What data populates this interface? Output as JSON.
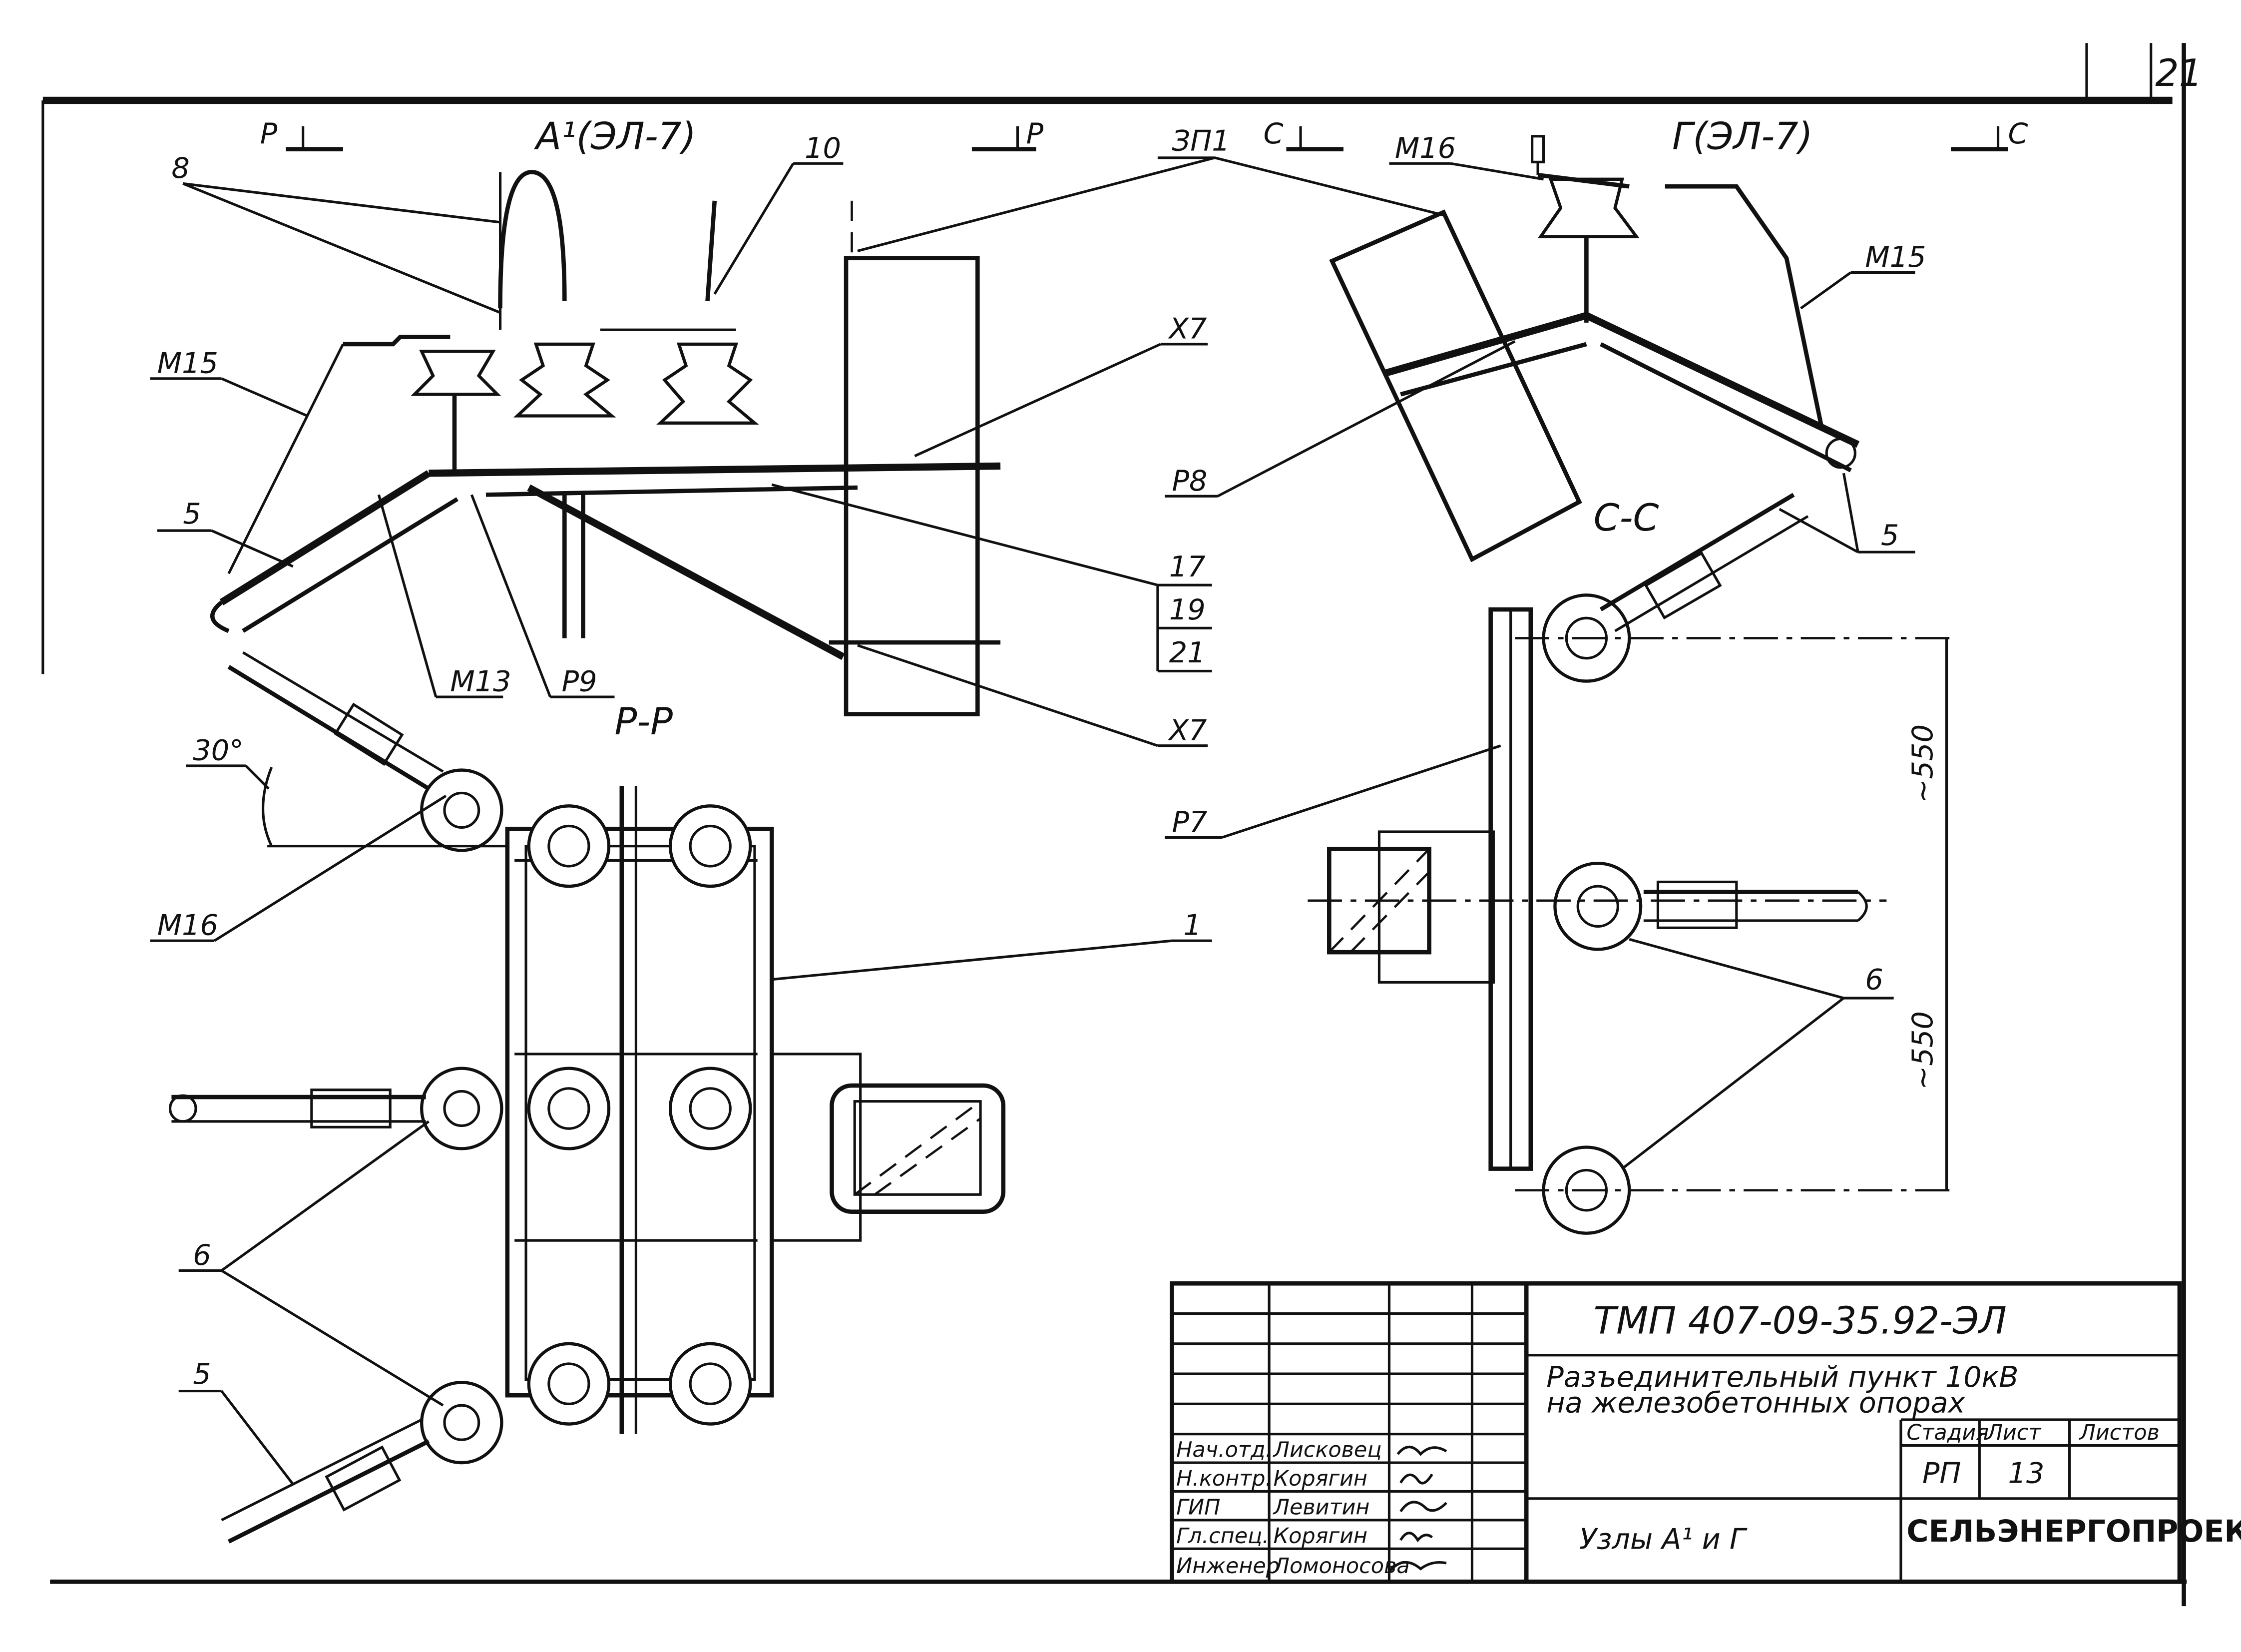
{
  "sheet": {
    "number": "21"
  },
  "views": {
    "upper_left_title": "А¹(ЭЛ-7)",
    "upper_right_title": "Г(ЭЛ-7)",
    "section_pp": "Р-Р",
    "section_cc": "С-С",
    "cut_p_left": "Р",
    "cut_p_right": "Р",
    "cut_c_left": "С",
    "cut_c_right": "С"
  },
  "callouts": {
    "c8": "8",
    "c10": "10",
    "c3p1": "ЗП1",
    "m15_left": "М15",
    "c5_left": "5",
    "m13": "М13",
    "p9": "Р9",
    "c17": "17",
    "c19": "19",
    "c21": "21",
    "x7_upper": "Х7",
    "x7_lower": "Х7",
    "p8": "Р8",
    "m16_top": "М16",
    "m15_right": "М15",
    "c5_right": "5",
    "angle": "30°",
    "m16_left": "М16",
    "c1": "1",
    "p7": "Р7",
    "c6_left": "6",
    "c6_right": "6",
    "c5_bottom": "5"
  },
  "dimensions": {
    "upper": "~550",
    "lower": "~550"
  },
  "title_block": {
    "doc_code": "ТМП 407-09-35.92-ЭЛ",
    "title_line1": "Разъединительный пункт 10кВ",
    "title_line2": "на железобетонных опорах",
    "drawing_name": "Узлы А¹ и Г",
    "org": "СЕЛЬЭНЕРГОПРОЕКТ",
    "headers": {
      "stage": "Стадия",
      "sheet": "Лист",
      "sheets": "Листов"
    },
    "values": {
      "stage": "РП",
      "sheet": "13",
      "sheets": ""
    },
    "signatures": [
      {
        "role": "Нач.отд.",
        "name": "Лисковец"
      },
      {
        "role": "Н.контр.",
        "name": "Корягин"
      },
      {
        "role": "ГИП",
        "name": "Левитин"
      },
      {
        "role": "Гл.спец.",
        "name": "Корягин"
      },
      {
        "role": "Инженер",
        "name": "Ломоносова"
      }
    ]
  }
}
